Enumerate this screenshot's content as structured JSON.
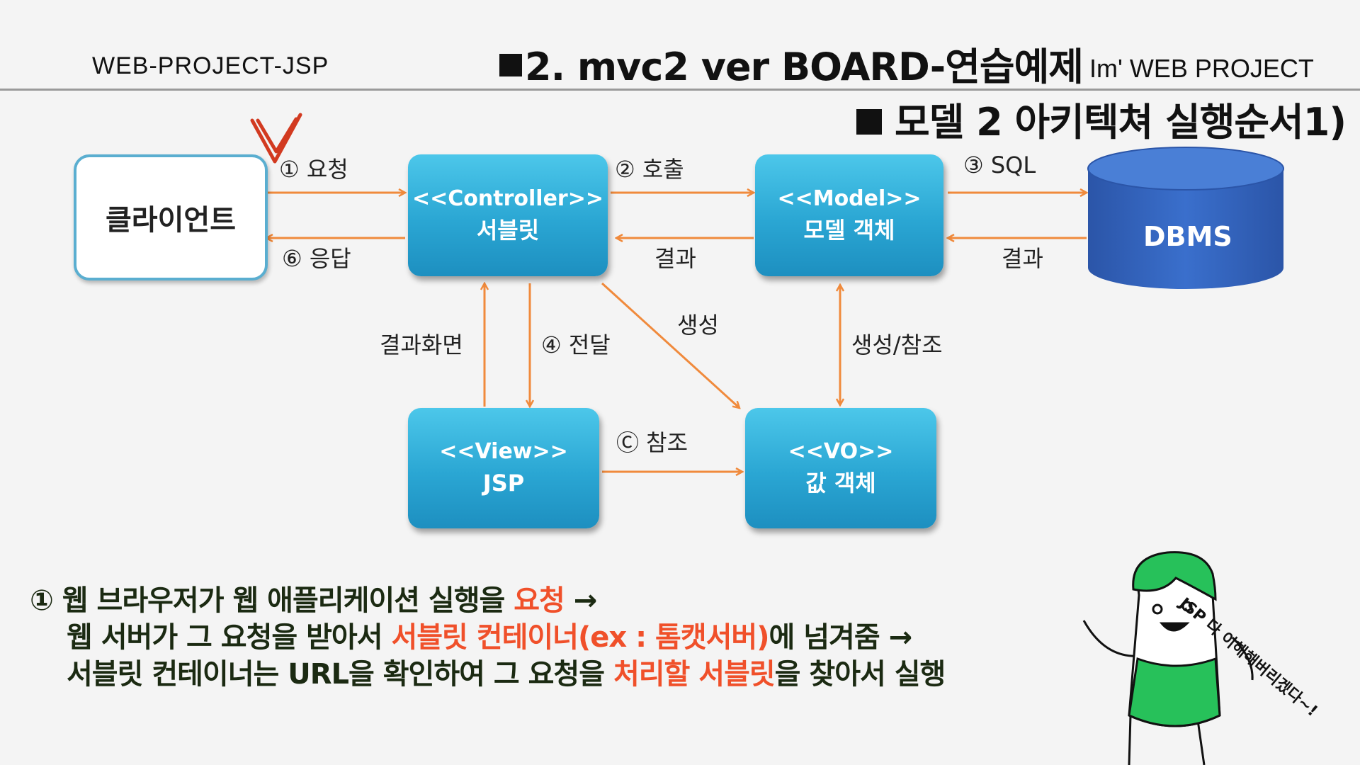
{
  "header": {
    "left": "WEB-PROJECT-JSP",
    "title": "2. mvc2 ver  BOARD-연습예제",
    "right": "Im'  WEB PROJECT"
  },
  "subtitle": "모델 2 아키텍쳐 실행순서1)",
  "diagram": {
    "client": "클라이언트",
    "controller": {
      "stereotype": "<<Controller>>",
      "name": "서블릿"
    },
    "model": {
      "stereotype": "<<Model>>",
      "name": "모델 객체"
    },
    "dbms": "DBMS",
    "view": {
      "stereotype": "<<View>>",
      "name": "JSP"
    },
    "vo": {
      "stereotype": "<<VO>>",
      "name": "값 객체"
    },
    "labels": {
      "request": "① 요청",
      "response": "⑥ 응답",
      "call": "② 호출",
      "result1": "결과",
      "sql": "③ SQL",
      "result2": "결과",
      "result_screen": "결과화면",
      "forward": "④ 전달",
      "create": "생성",
      "create_ref": "생성/참조",
      "ref": "Ⓒ 참조"
    }
  },
  "explanation": {
    "line1": {
      "a": "① 웹 브라우저가 웹 애플리케이션 실행을 ",
      "b": "요청",
      "c": "  →"
    },
    "line2": {
      "a": "웹 서버가 그 요청을 받아서 ",
      "b": "서블릿 컨테이너(ex : 톰캣서버)",
      "c": "에  넘겨줌 →"
    },
    "line3": {
      "a": "서블릿 컨테이너는 URL을 확인하여 그 요청을 ",
      "b": "처리할 서블릿",
      "c": "을 찾아서 실행"
    }
  },
  "character": {
    "speech": "JSP 다 이해해버리겠다~!"
  },
  "colors": {
    "box": "#2aa6d3",
    "arrow": "#f08a3c",
    "highlight": "#f0502a",
    "dbms": "#2f5fb6",
    "character": "#27c15a"
  }
}
